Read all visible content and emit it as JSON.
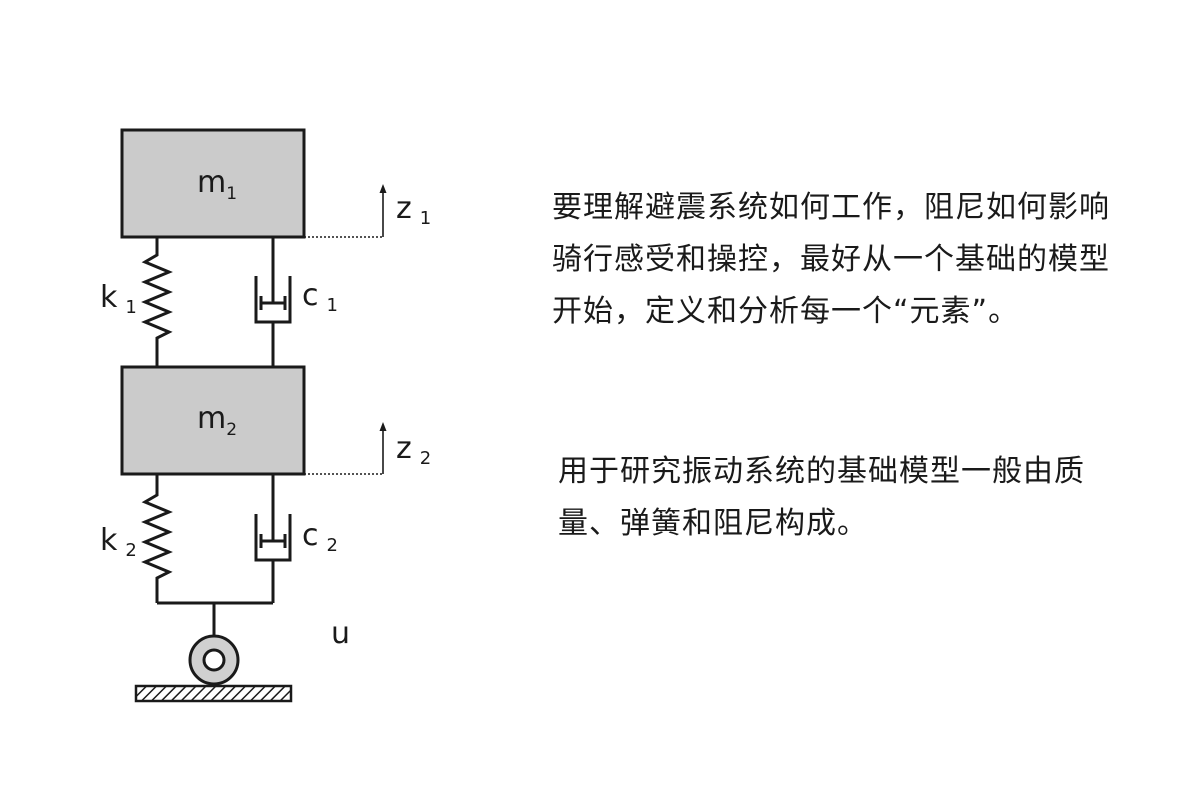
{
  "diagram": {
    "mass_1": {
      "symbol": "m",
      "subscript": "1"
    },
    "mass_2": {
      "symbol": "m",
      "subscript": "2"
    },
    "spring_1": {
      "symbol": "k",
      "subscript": "1"
    },
    "spring_2": {
      "symbol": "k",
      "subscript": "2"
    },
    "damper_1": {
      "symbol": "c",
      "subscript": "1"
    },
    "damper_2": {
      "symbol": "c",
      "subscript": "2"
    },
    "displacement_1": {
      "symbol": "z",
      "subscript": "1"
    },
    "displacement_2": {
      "symbol": "z",
      "subscript": "2"
    },
    "input": {
      "symbol": "u"
    }
  },
  "text": {
    "paragraph_1": "要理解避震系统如何工作，阻尼如何影响骑行感受和操控，最好从一个基础的模型开始，定义和分析每一个“元素”。",
    "paragraph_2": "用于研究振动系统的基础模型一般由质量、弹簧和阻尼构成。"
  },
  "colors": {
    "mass_fill": "#cbcbcb",
    "line": "#1a1a1a",
    "wheel_fill": "#d0d0d0"
  }
}
